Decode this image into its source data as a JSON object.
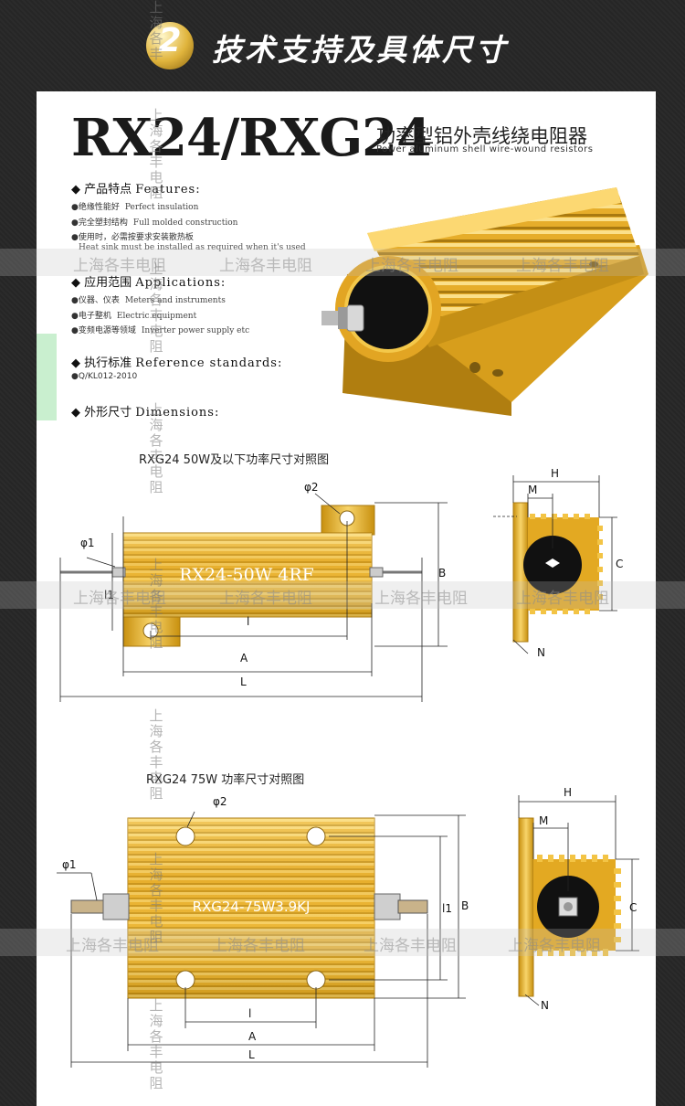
{
  "header": {
    "badge_number": "2",
    "title": "技术支持及具体尺寸"
  },
  "product": {
    "model": "RX24/RXG24",
    "title_cn": "功率型铝外壳线绕电阻器",
    "title_en": "Power aluminum shell wire-wound resistors"
  },
  "features": {
    "heading_cn": "产品特点",
    "heading_en": "Features:",
    "items": [
      {
        "cn": "绝缘性能好",
        "en": "Perfect insulation"
      },
      {
        "cn": "完全塑封结构",
        "en": "Full molded construction"
      },
      {
        "cn": "使用时，必需按要求安装散热板",
        "en": ""
      }
    ],
    "note": "Heat sink must be installed as required when it's used"
  },
  "applications": {
    "heading_cn": "应用范围",
    "heading_en": "Applications:",
    "items": [
      {
        "cn": "仪器、仪表",
        "en": "Meters and instruments"
      },
      {
        "cn": "电子整机",
        "en": "Electric equipment"
      },
      {
        "cn": "变频电源等领域",
        "en": "Inverter power supply etc"
      }
    ]
  },
  "standards": {
    "heading_cn": "执行标准",
    "heading_en": "Reference standards:",
    "value": "Q/KL012-2010"
  },
  "dimensions": {
    "heading_cn": "外形尺寸",
    "heading_en": "Dimensions:"
  },
  "watermark": "上海各丰电阻",
  "watermark_chars": [
    "上",
    "海",
    "各",
    "丰",
    "电",
    "阻"
  ],
  "diagram1": {
    "caption": "RXG24 50W及以下功率尺寸对照图",
    "body_label": "RX24-50W 4RF",
    "labels": {
      "phi1": "φ1",
      "phi2": "φ2",
      "l1": "l1",
      "l": "l",
      "A": "A",
      "L": "L",
      "B": "B",
      "H": "H",
      "M": "M",
      "C": "C",
      "N": "N"
    }
  },
  "diagram2": {
    "caption": "RXG24 75W 功率尺寸对照图",
    "body_label": "RXG24-75W3.9KJ",
    "labels": {
      "phi1": "φ1",
      "phi2": "φ2",
      "l1": "l1",
      "l": "l",
      "A": "A",
      "L": "L",
      "B": "B",
      "H": "H",
      "M": "M",
      "C": "C",
      "N": "N"
    }
  },
  "colors": {
    "gold": "#e6ad2a",
    "gold_light": "#f8d46a",
    "gold_dark": "#a97a10",
    "background": "#2a2a2a",
    "panel": "#ffffff"
  }
}
